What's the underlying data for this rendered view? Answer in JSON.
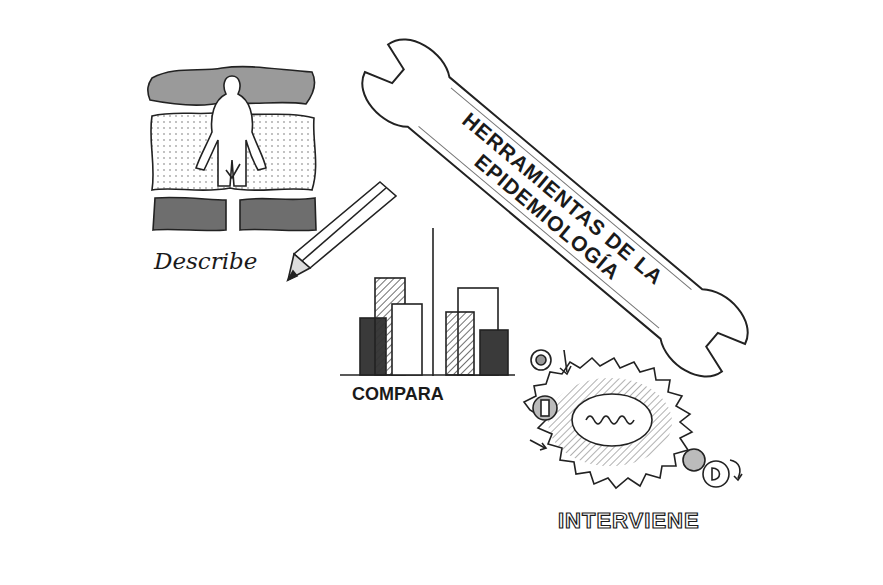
{
  "diagram": {
    "nodes": [
      {
        "text": [
          "HERRAMIENTAS DE LA EPIDEMIOLOGÍA"
        ]
      }
    ],
    "labels": [
      "Describe",
      "COMPARA",
      "INTERVIENE"
    ]
  }
}
